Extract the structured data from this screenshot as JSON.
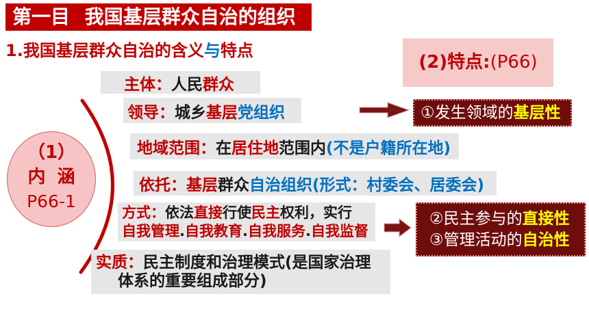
{
  "colors": {
    "accent_red": "#C00000",
    "accent_blue": "#0070C0",
    "text_dark": "#1A1A1A",
    "highlight_yellow": "#FFFF00",
    "text_white": "#FFFFFF",
    "banner_bg": "#C00000",
    "gray_box_bg": "#E7E6E6",
    "pink_box_bg": "#F7CACA",
    "circle_bg": "#F6C4C4",
    "circle_border": "#D35B5B",
    "maroon_box_bg": "#6F0D0D",
    "feature_border": "#E48A8A",
    "arrow_fill": "#7A1414"
  },
  "banner": {
    "title": "第一目 我国基层群众自治的组织"
  },
  "subheading": {
    "parts": [
      "1.我国基层群众自治的含义",
      "与",
      "特点"
    ]
  },
  "features_header": {
    "label": "(2)特点:",
    "page_ref": "(P66)"
  },
  "meaning_badge": {
    "number": "（1）",
    "label": "内 涵",
    "page_ref": "P66-1"
  },
  "meaning_items": {
    "subject": [
      "主体：",
      "人民",
      "群众"
    ],
    "leadership": [
      "领导：",
      "城乡",
      "基层",
      "党组织"
    ],
    "territory": [
      "地域范围：",
      "在",
      "居住地",
      "范围内",
      "(不是户籍所在地)"
    ],
    "reliance": [
      "依托：",
      "基层",
      "群众",
      "自治组织",
      "(形式：村委会、居委会)"
    ],
    "method": {
      "line1": [
        "方式：",
        "依法",
        "直接",
        "行使",
        "民主",
        "权利，实行"
      ],
      "line2": [
        "自我管理",
        ".",
        "自我教育",
        ".",
        "自我服务",
        ".",
        "自我监督"
      ]
    },
    "essence": {
      "line1": [
        "实质：",
        "民主制度和治理模式(是国家治理"
      ],
      "line2": [
        "体系的重要组成部分)"
      ]
    }
  },
  "features": [
    {
      "prefix": "①发生领域的",
      "highlight": "基层性"
    },
    {
      "prefix": "②民主参与的",
      "highlight": "直接性"
    },
    {
      "prefix": "③管理活动的",
      "highlight": "自治性"
    }
  ]
}
